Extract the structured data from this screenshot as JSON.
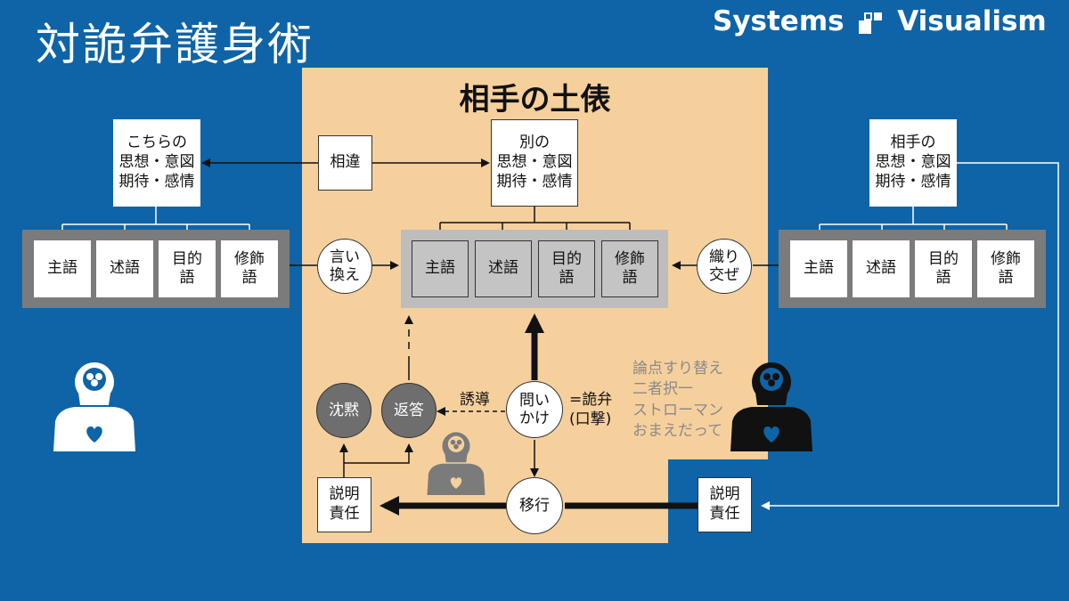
{
  "header": {
    "title": "対詭弁護身術",
    "brand_left": "Systems",
    "brand_right": "Visualism"
  },
  "panel": {
    "title": "相手の土俵"
  },
  "left": {
    "intent": "こちらの\n思想・意図\n期待・感情",
    "parts": [
      "主語",
      "述語",
      "目的\n語",
      "修飾\n語"
    ]
  },
  "right": {
    "intent": "相手の\n思想・意図\n期待・感情",
    "parts": [
      "主語",
      "述語",
      "目的\n語",
      "修飾\n語"
    ]
  },
  "center": {
    "difference": "相違",
    "other_intent": "別の\n思想・意図\n期待・感情",
    "parts": [
      "主語",
      "述語",
      "目的\n語",
      "修飾\n語"
    ]
  },
  "circles": {
    "rephrase": "言い\n換え",
    "interweave": "織り\n交ぜ",
    "question": "問い\nかけ",
    "transition": "移行",
    "silence": "沈黙",
    "answer": "返答"
  },
  "labels": {
    "induce": "誘導",
    "sophistry": "=詭弁\n(口撃)",
    "accountability_left": "説明\n責任",
    "accountability_right": "説明\n責任",
    "fallacies": "論点すり替え\n二者択一\nストローマン\nおまえだって"
  },
  "icons": [
    "brain-person-icon",
    "heart-icon",
    "brand-logo-icon"
  ],
  "colors": {
    "background": "#0e64a6",
    "panel": "#f6d09c",
    "gray": "#7b7b7b"
  }
}
